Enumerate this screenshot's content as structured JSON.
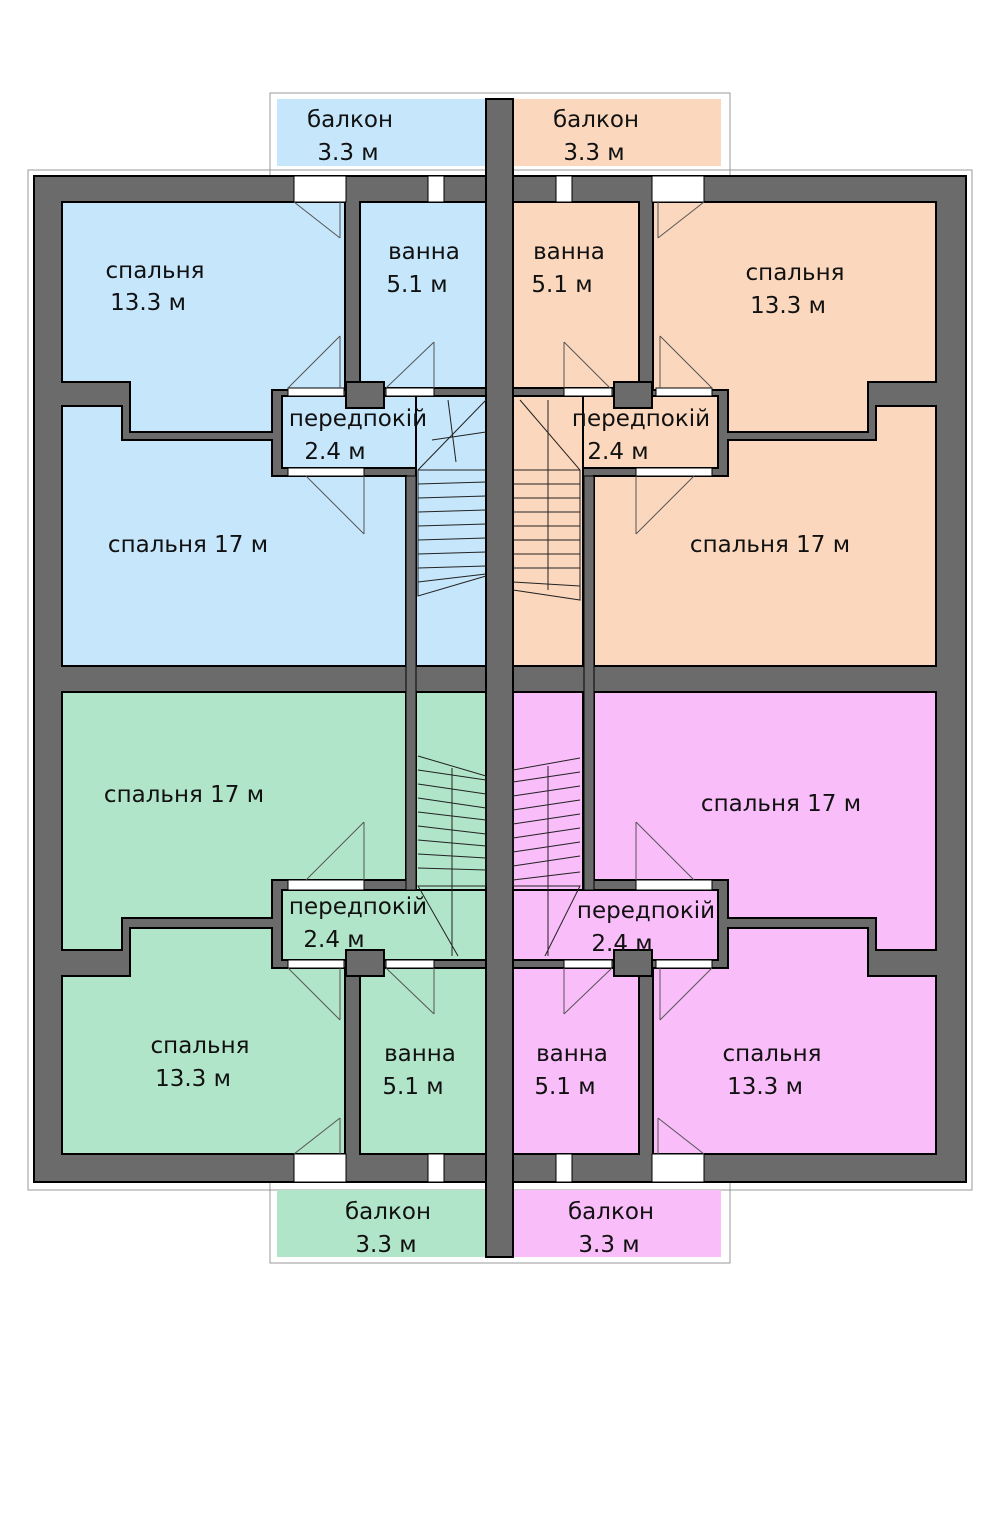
{
  "colors": {
    "unit_top_left": "#c6e6fb",
    "unit_top_right": "#fbd8bd",
    "unit_bottom_left": "#b1e5c9",
    "unit_bottom_right": "#f9bdf9",
    "wall": "#6b6b6b"
  },
  "units": {
    "top_left": {
      "balcony": {
        "name": "балкон",
        "area": "3.3 м"
      },
      "bath": {
        "name": "ванна",
        "area": "5.1 м"
      },
      "bedroom_small": {
        "name": "спальня",
        "area": "13.3 м"
      },
      "hall": {
        "name": "передпокій",
        "area": "2.4 м"
      },
      "bedroom_large": {
        "label": "спальня 17 м"
      }
    },
    "top_right": {
      "balcony": {
        "name": "балкон",
        "area": "3.3 м"
      },
      "bath": {
        "name": "ванна",
        "area": "5.1 м"
      },
      "bedroom_small": {
        "name": "спальня",
        "area": "13.3 м"
      },
      "hall": {
        "name": "передпокій",
        "area": "2.4 м"
      },
      "bedroom_large": {
        "label": "спальня 17 м"
      }
    },
    "bottom_left": {
      "balcony": {
        "name": "балкон",
        "area": "3.3 м"
      },
      "bath": {
        "name": "ванна",
        "area": "5.1 м"
      },
      "bedroom_small": {
        "name": "спальня",
        "area": "13.3 м"
      },
      "hall": {
        "name": "передпокій",
        "area": "2.4 м"
      },
      "bedroom_large": {
        "label": "спальня 17 м"
      }
    },
    "bottom_right": {
      "balcony": {
        "name": "балкон",
        "area": "3.3 м"
      },
      "bath": {
        "name": "ванна",
        "area": "5.1 м"
      },
      "bedroom_small": {
        "name": "спальня",
        "area": "13.3 м"
      },
      "hall": {
        "name": "передпокій",
        "area": "2.4 м"
      },
      "bedroom_large": {
        "label": "спальня 17 м"
      }
    }
  }
}
